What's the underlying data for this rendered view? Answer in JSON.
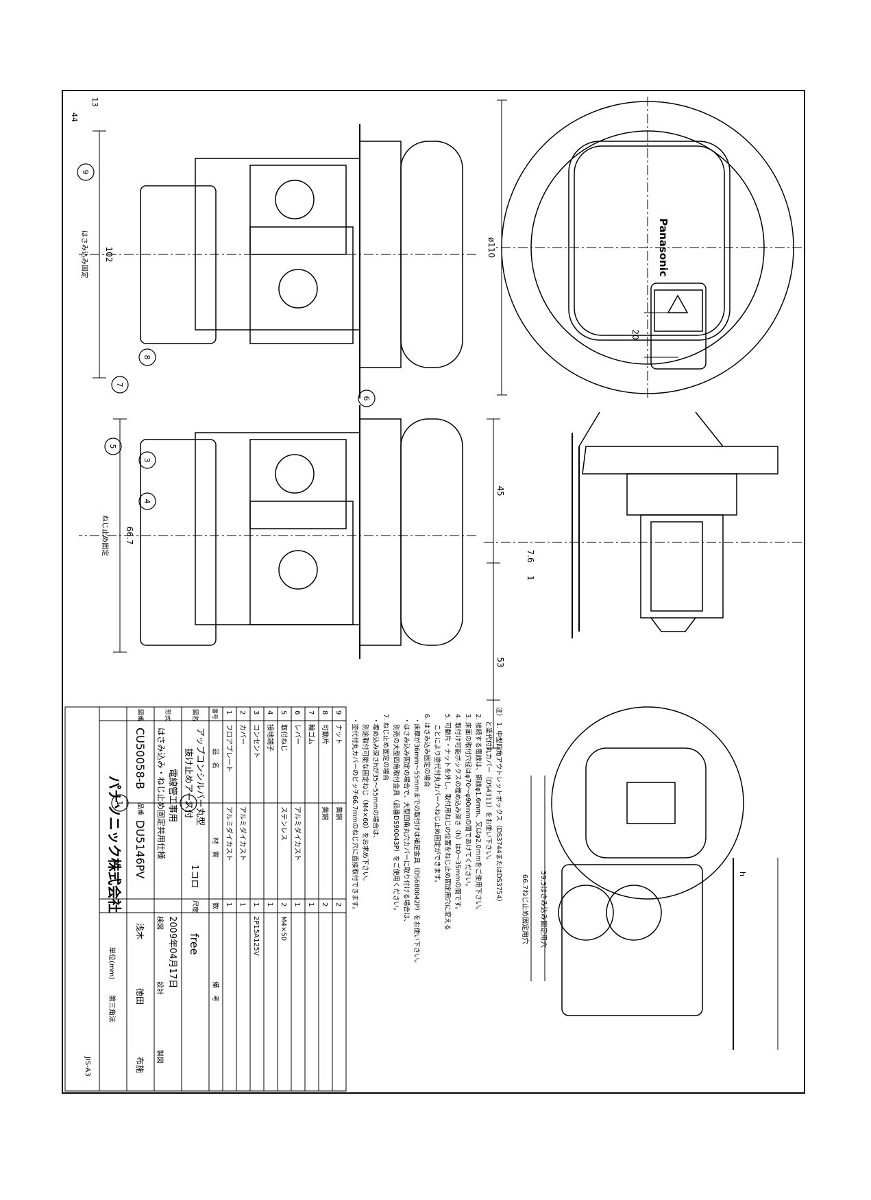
{
  "notes": [
    "注） 1. 中型四角アウトレットボックス（DS3744またはDS3754）",
    "と塗代付丸カバー（DS4311）をお使い下さい。",
    "2. 接続する電線は、銅線φ1.6mm、又はφ2.0mmをご使用下さい。",
    "3. 床面の取付穴径はφ70～φ90mmの間であけてください。",
    "4. 取付け可能ボックスの埋め込み深さ（h）は0～35mmの間です。",
    "5. 可動片・ナットを外し、取付用ねじの位置をねじ止め固定用穴に変える",
    "ことにより塗代付丸カバーへねじ止め固定ができます。",
    "6. はさみ込み固定の場合",
    "・床厚が36mm～55mmまでの取付けは補足金具（DS680042P）をお使い下さい。",
    "・はさみ込み固定の場合で、大型四角丸穴カバーに取り付ける場合は、",
    "別売の大型四角取付金具（品番DS90043P）をご使用ください。",
    "7. ねじ止め固定の場合",
    "・埋め込み深さhが35～55mmの場合は、",
    "別途取付可能な固定ねじ（M4×60）をお求め下さい。",
    "・塗代付丸カバーのピッチ66.7mmのねじ穴に直接取付できます。"
  ],
  "parts": [
    {
      "no": "9",
      "name": "ナット",
      "material": "黄銅",
      "qty": "2",
      "remark": ""
    },
    {
      "no": "8",
      "name": "可動片",
      "material": "黄銅",
      "qty": "2",
      "remark": ""
    },
    {
      "no": "7",
      "name": "輪ゴム",
      "material": "",
      "qty": "1",
      "remark": ""
    },
    {
      "no": "6",
      "name": "レバー",
      "material": "アルミダイカスト",
      "qty": "1",
      "remark": ""
    },
    {
      "no": "5",
      "name": "取付ねじ",
      "material": "ステンレス",
      "qty": "2",
      "remark": "M4×50"
    },
    {
      "no": "4",
      "name": "接地端子",
      "material": "",
      "qty": "1",
      "remark": ""
    },
    {
      "no": "3",
      "name": "コンセント",
      "material": "",
      "qty": "1",
      "remark": "2P15A125V"
    },
    {
      "no": "2",
      "name": "カバー",
      "material": "アルミダイカスト",
      "qty": "1",
      "remark": ""
    },
    {
      "no": "1",
      "name": "フロアプレート",
      "material": "アルミダイカスト",
      "qty": "1",
      "remark": ""
    }
  ],
  "table_header": {
    "no": "番号",
    "name": "品　名",
    "material": "材　質",
    "qty": "数",
    "remark": "備　考"
  },
  "title_block": {
    "name_label": "図名",
    "name_line1": "アップコンシルバー丸型",
    "name_line2": "抜け止めアース付",
    "qty": "1コロ",
    "scale_label": "尺度",
    "scale": "free",
    "type_label": "形式",
    "type_line1": "電線管工事用",
    "type_line2": "はさみ込み・ねじ止め固定共用仕様",
    "date": "2009年04月17日",
    "check": "検図",
    "design": "設計",
    "draw": "製図",
    "number_label": "図番",
    "drawing_no": "CU50058-B",
    "product_label": "品番",
    "product_no": "DU5146PV",
    "stamp1": "浅木",
    "stamp2": "徳田",
    "stamp3": "布施",
    "company": "パナソニック株式会社",
    "unit": "単位(mm)",
    "projection": "第三角法",
    "std": "JIS-A3"
  },
  "dims": {
    "d110": "ø110",
    "d20": "20",
    "d45": "45",
    "d7_6": "7.6",
    "d1": "1",
    "d53": "53",
    "d59_5": "59.5はさみ込み固定用穴",
    "d66_7_top": "66.7ねじ止め固定用穴",
    "d102": "102",
    "d102_label": "はさみ込み固定",
    "d66_7": "66.7",
    "d66_7_label": "ねじ止め固定",
    "d13": "13",
    "d44": "44",
    "h": "h"
  },
  "logo": "Panasonic",
  "balloons": [
    "1",
    "2",
    "3",
    "4",
    "5",
    "6",
    "7",
    "8",
    "9"
  ]
}
